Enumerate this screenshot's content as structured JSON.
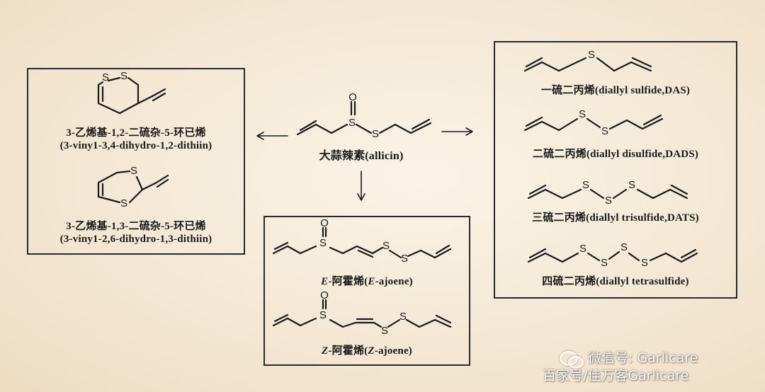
{
  "center": {
    "allicin_label": "大蒜辣素(allicin)",
    "atoms": {
      "O": "O",
      "S": "S"
    }
  },
  "left_box": {
    "dithiin_12": {
      "cn": "3-乙烯基-1,2-二硫杂-5-环已烯",
      "en": "(3-viny1-3,4-dihydro-1,2-dithiin)"
    },
    "dithiin_13": {
      "cn": "3-乙烯基-1,3-二硫杂-5-环已烯",
      "en": "(3-viny1-2,6-dihydro-1,3-dithiin)"
    }
  },
  "bottom_box": {
    "e_ajoene": {
      "prefix": "E",
      "rest": "-阿霍烯(",
      "prefix2": "E",
      "rest2": "-ajoene)"
    },
    "z_ajoene": {
      "prefix": "Z",
      "rest": "-阿霍烯(",
      "prefix2": "Z",
      "rest2": "-ajoene)"
    }
  },
  "right_box": {
    "das": "一硫二丙烯(diallyl sulfide,DAS)",
    "dads": "二硫二丙烯(diallyl disulfide,DADS)",
    "dats": "三硫二丙烯(diallyl trisulfide,DATS)",
    "tetra": "四硫二丙烯(diallyl tetrasulfide)"
  },
  "watermark": {
    "line1": "微信号: Garlicare",
    "line2": "百家号/佳万客Garlicare"
  }
}
